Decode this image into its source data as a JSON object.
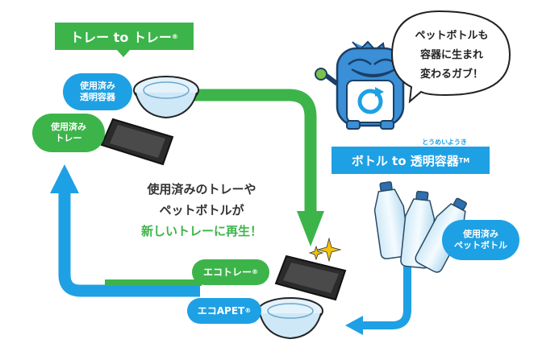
{
  "title_tray": {
    "text": "トレー to トレー",
    "mark": "®"
  },
  "title_bottle": {
    "ruby": "とうめいようき",
    "prefix": "ボトル to ",
    "main": "透明容器",
    "mark": "TM"
  },
  "speech": [
    "ペットボトルも",
    "容器に生まれ",
    "変わるガブ！"
  ],
  "labels": {
    "used_container": "使用済み\n透明容器",
    "used_tray": "使用済み\nトレー",
    "used_bottle": "使用済み\nペットボトル",
    "eco_tray": "エコトレー",
    "eco_apet": "エコAPET",
    "reg": "®"
  },
  "center": {
    "line1": "使用済みのトレーや",
    "line2": "ペットボトルが",
    "line3": "新しいトレーに再生！"
  },
  "colors": {
    "green": "#3cb44a",
    "blue": "#1ea0e4",
    "dark_blue": "#1a6fae",
    "text": "#333333"
  }
}
